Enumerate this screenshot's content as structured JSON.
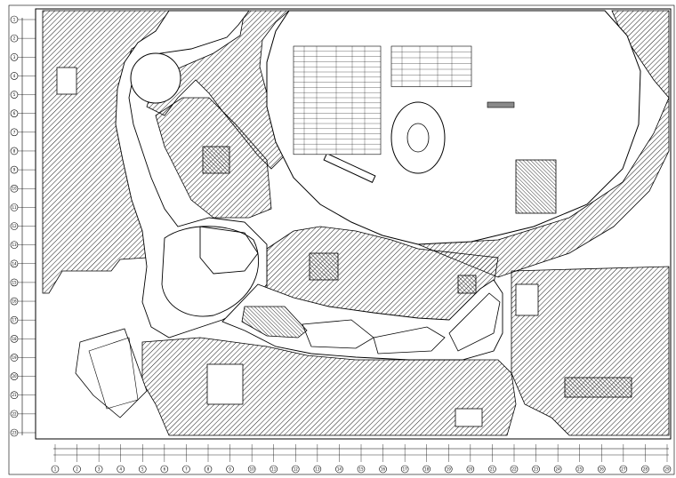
{
  "drawing": {
    "legend_title": "",
    "schedule_left": {
      "header": [
        "",
        "",
        "",
        "",
        "",
        ""
      ],
      "rows": 20
    },
    "schedule_right": {
      "header": [
        "",
        "",
        "",
        "",
        ""
      ],
      "rows": 6
    },
    "colors": {
      "line": "#000000",
      "hatch": "#1a1a1a",
      "background": "#ffffff",
      "gray_fill": "#8a8a8a"
    }
  },
  "grid": {
    "left_axis_labels": [
      "1",
      "2",
      "3",
      "4",
      "5",
      "6",
      "7",
      "8",
      "9",
      "10",
      "11",
      "12",
      "13",
      "14",
      "15",
      "16",
      "17",
      "18",
      "19",
      "20",
      "21",
      "22",
      "23"
    ],
    "bottom_axis_labels": [
      "1",
      "2",
      "3",
      "4",
      "5",
      "6",
      "7",
      "8",
      "9",
      "10",
      "11",
      "12",
      "13",
      "14",
      "15",
      "16",
      "17",
      "18",
      "19",
      "20",
      "21",
      "22",
      "23",
      "24",
      "25",
      "26",
      "27",
      "28",
      "29"
    ]
  }
}
